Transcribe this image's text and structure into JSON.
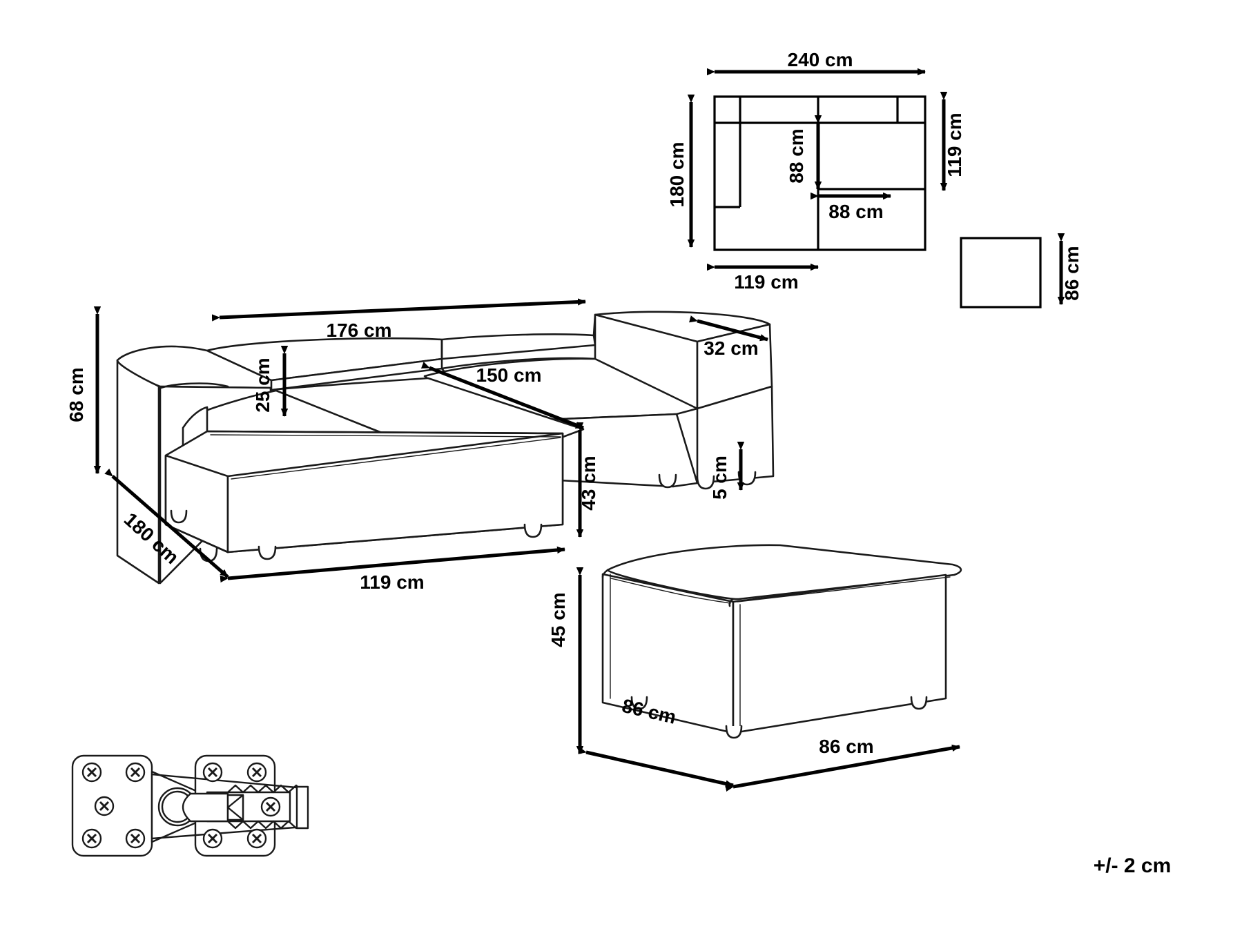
{
  "document": {
    "type": "technical-dimension-drawing",
    "product": "modular corner sofa with ottoman",
    "units": "cm",
    "tolerance_note": "+/- 2 cm"
  },
  "plan_view": {
    "name": "top-plan-view-sofa",
    "dimensions": {
      "overall_width": "240 cm",
      "overall_depth": "180 cm",
      "right_module_depth": "119 cm",
      "front_module_width": "119 cm",
      "inner_seat_depth": "88 cm",
      "inner_seat_width": "88 cm"
    }
  },
  "plan_view_ottoman": {
    "name": "top-plan-view-ottoman",
    "dimensions": {
      "side": "86 cm"
    }
  },
  "perspective_sofa": {
    "name": "perspective-view-sofa",
    "dimensions": {
      "backrest_height": "68 cm",
      "armrest_above_seat": "25 cm",
      "backrest_width_top": "176 cm",
      "chaise_depth": "150 cm",
      "armrest_width": "32 cm",
      "seat_height": "43 cm",
      "leg_height": "5 cm",
      "side_depth": "180 cm",
      "front_width": "119 cm"
    }
  },
  "perspective_ottoman": {
    "name": "perspective-view-ottoman",
    "dimensions": {
      "height": "45 cm",
      "side_depth": "86 cm",
      "front_width": "86 cm"
    }
  },
  "hardware": {
    "name": "module-connector-clamp",
    "caption": ""
  },
  "labels": {
    "dim_240": "240 cm",
    "dim_180_plan": "180 cm",
    "dim_119_plan_bottom": "119 cm",
    "dim_119_plan_right": "119 cm",
    "dim_88_vertical": "88 cm",
    "dim_88_horizontal": "88 cm",
    "dim_86_plan": "86 cm",
    "dim_68": "68 cm",
    "dim_25": "25 cm",
    "dim_176": "176 cm",
    "dim_150": "150 cm",
    "dim_32": "32 cm",
    "dim_43": "43 cm",
    "dim_5": "5 cm",
    "dim_180_persp": "180 cm",
    "dim_119_persp": "119 cm",
    "dim_45": "45 cm",
    "dim_86_depth": "86 cm",
    "dim_86_width": "86 cm",
    "tolerance": "+/- 2 cm"
  },
  "colors": {
    "line": "#000000",
    "outline": "#1a1a1a",
    "background": "#ffffff"
  }
}
